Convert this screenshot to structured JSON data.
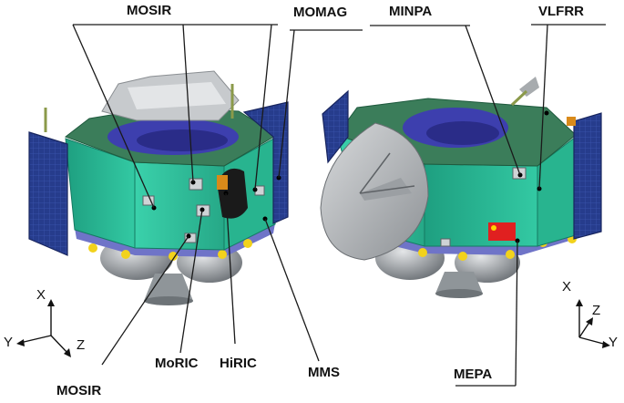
{
  "labels": {
    "mosir_top": "MOSIR",
    "momag": "MOMAG",
    "minpa": "MINPA",
    "vlfrr": "VLFRR",
    "mosir_bottom": "MOSIR",
    "moric": "MoRIC",
    "hiric": "HiRIC",
    "mms": "MMS",
    "mepa": "MEPA"
  },
  "axes_left": {
    "x": "X",
    "y": "Y",
    "z": "Z"
  },
  "axes_right": {
    "x": "X",
    "y": "Y",
    "z": "Z"
  },
  "colors": {
    "body_teal": "#2fbf9a",
    "deck_green": "#3a7a58",
    "solar_panel": "#2a3f8f",
    "ring_blue": "#6f74c8",
    "tank_gray": "#9aa0a6",
    "flag_red": "#e02020"
  }
}
